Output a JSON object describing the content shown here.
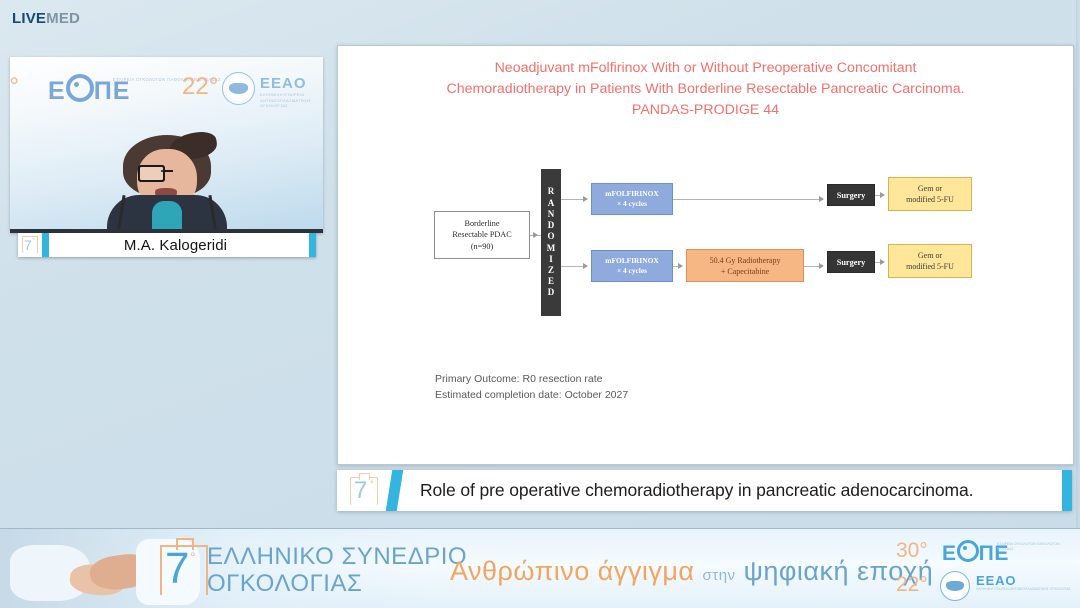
{
  "brand": {
    "live": "LIVE",
    "med": "MED"
  },
  "speaker": {
    "name": "M.A. Kalogeridi",
    "badge_number": "7",
    "badge_degree": "°"
  },
  "video_overlay": {
    "left_number": "0°",
    "logo_eope": "EΠΕ",
    "eope_subtext": "ΕΤΑΙΡΕΙΑ ΟΓΚΟΛΟΓΩΝ ΠΑΘΟΛΟΓΩΝ ΕΛΛΑΔΑΣ",
    "number_22": "22°",
    "logo_eeao": "EEAO",
    "eeao_subtext": "ΕΛΛΗΝΙΚΗ ΕΤΑΙΡΕΙΑ ΑΝΤΙΝΕΟΠΛΑΣΜΑΤΙΚΗΣ ΟΓΚΟΛΟΓΙΑΣ"
  },
  "slide": {
    "title_line1": "Neoadjuvant mFolfirinox With or Without Preoperative Concomitant",
    "title_line2": "Chemoradiotherapy in Patients With Borderline Resectable Pancreatic Carcinoma.",
    "title_line3": "PANDAS-PRODIGE 44",
    "title_color": "#f4706b",
    "outcome_line1": "Primary Outcome: R0 resection rate",
    "outcome_line2": "Estimated completion date: October 2027"
  },
  "diagram": {
    "source_lines": [
      "Borderline",
      "Resectable PDAC",
      "(n=90)"
    ],
    "randomized_letters": [
      "R",
      "A",
      "N",
      "D",
      "O",
      "M",
      "I",
      "Z",
      "E",
      "D"
    ],
    "arm_a": {
      "chemo_line1": "mFOLFIRINOX",
      "chemo_line2": "× 4 cycles",
      "surgery": "Surgery",
      "adjuvant_line1": "Gem or",
      "adjuvant_line2": "modified 5-FU"
    },
    "arm_b": {
      "chemo_line1": "mFOLFIRINOX",
      "chemo_line2": "× 4 cycles",
      "radio_line1": "50.4 Gy Radiotherapy",
      "radio_line2": "+ Capecitabine",
      "surgery": "Surgery",
      "adjuvant_line1": "Gem or",
      "adjuvant_line2": "modified 5-FU"
    },
    "colors": {
      "chemo": "#8faadc",
      "radio": "#f6b784",
      "surgery": "#353535",
      "adjuvant": "#ffe699",
      "randomized": "#3a3a3a"
    }
  },
  "caption": {
    "text": "Role of pre operative chemoradiotherapy in pancreatic adenocarcinoma.",
    "badge_number": "7",
    "badge_degree": "°",
    "accent_color": "#33b5e0"
  },
  "banner": {
    "badge_number": "7",
    "badge_degree": "°",
    "title_line1": "ΕΛΛΗΝΙΚΟ ΣΥΝΕΔΡΙΟ",
    "title_line2": "ΟΓΚΟΛΟΓΙΑΣ",
    "slogan_orange": "Ανθρώπινο άγγιγμα",
    "slogan_small": "στην",
    "slogan_blue": "ψηφιακή εποχή",
    "num_30": "30°",
    "logo_eope": "EΠΕ",
    "eope_subtext": "ΕΤΑΙΡΕΙΑ ΟΓΚΟΛΟΓΩΝ ΠΑΘΟΛΟΓΩΝ ΕΛΛΑΔΑΣ",
    "num_22": "22°",
    "logo_eeao": "EEAO",
    "eeao_subtext": "ΕΛΛΗΝΙΚΗ ΕΤΑΙΡΕΙΑ ΑΝΤΙΝΕΟΠΛΑΣΜΑΤΙΚΗΣ ΟΓΚΟΛΟΓΙΑΣ"
  }
}
